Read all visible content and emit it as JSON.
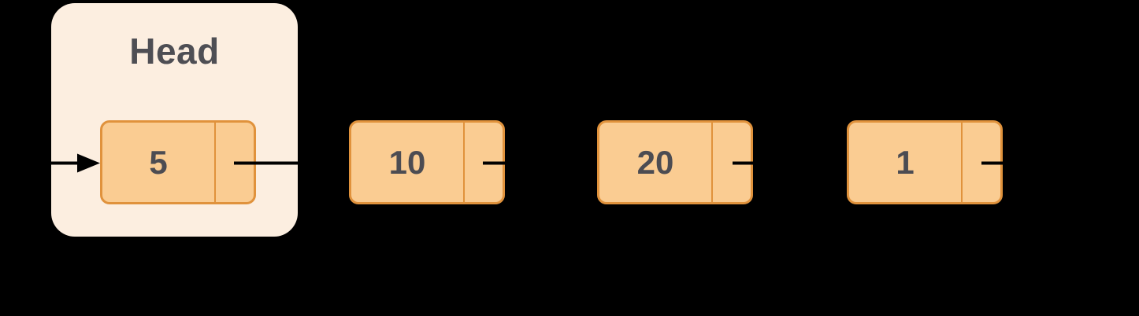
{
  "diagram": {
    "head": {
      "label": "Head"
    },
    "nodes": [
      {
        "value": "5"
      },
      {
        "value": "10"
      },
      {
        "value": "20"
      },
      {
        "value": "1"
      }
    ],
    "colors": {
      "background": "#000000",
      "head_container_fill": "#FCEEE0",
      "node_fill": "#FACC92",
      "node_border": "#E0923C",
      "value_text": "#4C4C52",
      "head_text": "#4E4E54",
      "arrow": "#000000"
    }
  }
}
